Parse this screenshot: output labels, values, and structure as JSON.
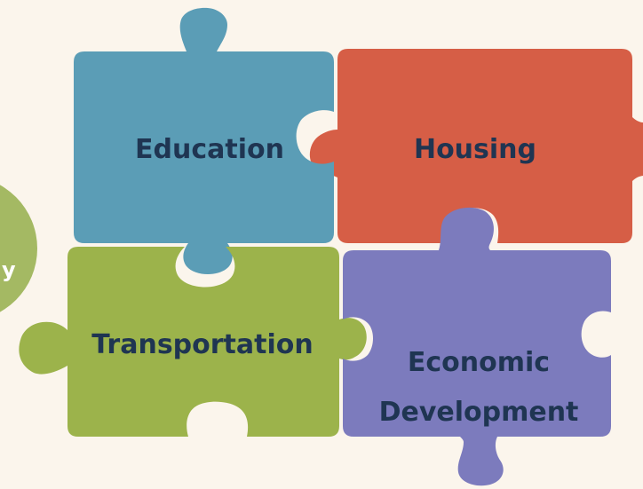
{
  "colors": {
    "background": "#fbf5ec",
    "education": "#5b9db6",
    "housing": "#d65e46",
    "transportation": "#9cb34b",
    "economic_development": "#7c7bbd",
    "circle": "#a4b963",
    "text": "#1f3552"
  },
  "pieces": {
    "education": {
      "label": "Education"
    },
    "housing": {
      "label": "Housing"
    },
    "transportation": {
      "label": "Transportation"
    },
    "economic_development": {
      "line1": "Economic",
      "line2": "Development"
    }
  },
  "circle": {
    "partial_text": "y"
  }
}
